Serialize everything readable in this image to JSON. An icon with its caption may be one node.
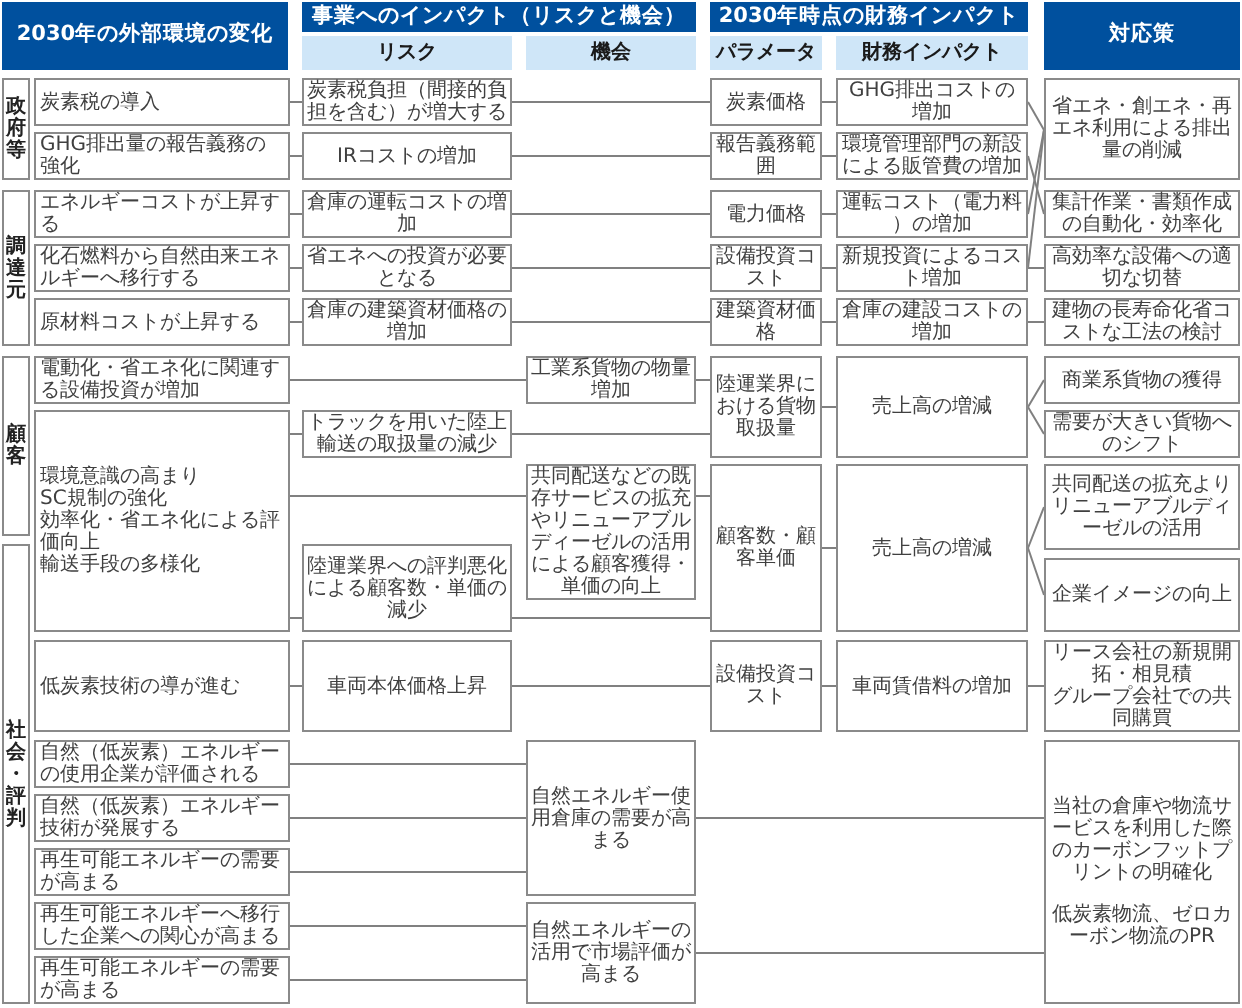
{
  "diagram": {
    "nodes": [
      {
        "text": [
          "2030年の外部環境の変化"
        ]
      },
      {
        "text": [
          "事業へのインパクト（リスクと機会）"
        ]
      },
      {
        "text": [
          "リスク"
        ]
      },
      {
        "text": [
          "機会"
        ]
      },
      {
        "text": [
          "2030年時点の財務インパクト"
        ]
      },
      {
        "text": [
          "パラメータ"
        ]
      },
      {
        "text": [
          "財務インパクト"
        ]
      },
      {
        "text": [
          "対応策"
        ]
      },
      {
        "text": [
          "政府等"
        ]
      },
      {
        "text": [
          "炭素税の導入"
        ]
      },
      {
        "text": [
          "炭素税負担（間接的負担を含む）が増大する"
        ]
      },
      {
        "text": [
          "炭素価格"
        ]
      },
      {
        "text": [
          "GHG排出コストの増加"
        ]
      },
      {
        "text": [
          "省エネ・創エネ・再エネ利用による排出量の削減"
        ]
      },
      {
        "text": [
          "GHG排出量の報告義務の強化"
        ]
      },
      {
        "text": [
          "IRコストの増加"
        ]
      },
      {
        "text": [
          "報告義務範囲"
        ]
      },
      {
        "text": [
          "環境管理部門の新設による販管費の増加"
        ]
      },
      {
        "text": [
          "調達元"
        ]
      },
      {
        "text": [
          "エネルギーコストが上昇する"
        ]
      },
      {
        "text": [
          "倉庫の運転コストの増加"
        ]
      },
      {
        "text": [
          "電力価格"
        ]
      },
      {
        "text": [
          "運転コスト（電力料）の増加"
        ]
      },
      {
        "text": [
          "集計作業・書類作成の自動化・効率化"
        ]
      },
      {
        "text": [
          "化石燃料から自然由来エネルギーへ移行する"
        ]
      },
      {
        "text": [
          "省エネへの投資が必要となる"
        ]
      },
      {
        "text": [
          "設備投資コスト"
        ]
      },
      {
        "text": [
          "新規投資によるコスト増加"
        ]
      },
      {
        "text": [
          "高効率な設備への適切な切替"
        ]
      },
      {
        "text": [
          "原材料コストが上昇する"
        ]
      },
      {
        "text": [
          "倉庫の建築資材価格の増加"
        ]
      },
      {
        "text": [
          "建築資材価格"
        ]
      },
      {
        "text": [
          "倉庫の建設コストの増加"
        ]
      },
      {
        "text": [
          "建物の長寿命化省コストな工法の検討"
        ]
      },
      {
        "text": [
          "顧客"
        ]
      },
      {
        "text": [
          "電動化・省エネ化に関連する設備投資が増加"
        ]
      },
      {
        "text": [
          "工業系貨物の物量増加"
        ]
      },
      {
        "text": [
          "陸運業界における貨物取扱量"
        ]
      },
      {
        "text": [
          "売上高の増減"
        ]
      },
      {
        "text": [
          "商業系貨物の獲得"
        ]
      },
      {
        "text": [
          "環境意識の高まり",
          "SC規制の強化",
          "効率化・省エネ化による評価向上",
          "輸送手段の多様化"
        ]
      },
      {
        "text": [
          "トラックを用いた陸上輸送の取扱量の減少"
        ]
      },
      {
        "text": [
          "需要が大きい貨物へのシフト"
        ]
      },
      {
        "text": [
          "共同配送などの既存サービスの拡充やリニューアブルディーゼルの活用による顧客獲得・単価の向上"
        ]
      },
      {
        "text": [
          "顧客数・顧客単価"
        ]
      },
      {
        "text": [
          "売上高の増減"
        ]
      },
      {
        "text": [
          "共同配送の拡充よりリニューアブルディーゼルの活用"
        ]
      },
      {
        "text": [
          "陸運業界への評判悪化による顧客数・単価の減少"
        ]
      },
      {
        "text": [
          "企業イメージの向上"
        ]
      },
      {
        "text": [
          "社会・評判"
        ]
      },
      {
        "text": [
          "低炭素技術の導が進む"
        ]
      },
      {
        "text": [
          "車両本体価格上昇"
        ]
      },
      {
        "text": [
          "設備投資コスト"
        ]
      },
      {
        "text": [
          "車両賃借料の増加"
        ]
      },
      {
        "text": [
          "リース会社の新規開拓・相見積",
          "グループ会社での共同購買"
        ]
      },
      {
        "text": [
          "自然（低炭素）エネルギーの使用企業が評価される"
        ]
      },
      {
        "text": [
          "自然エネルギー使用倉庫の需要が高まる"
        ]
      },
      {
        "text": [
          "当社の倉庫や物流サービスを利用した際のカーボンフットプリントの明確化",
          "低炭素物流、ゼロカーボン物流のPR"
        ]
      },
      {
        "text": [
          "自然（低炭素）エネルギー技術が発展する"
        ]
      },
      {
        "text": [
          "再生可能エネルギーの需要が高まる"
        ]
      },
      {
        "text": [
          "再生可能エネルギーへ移行した企業への関心が高まる"
        ]
      },
      {
        "text": [
          "自然エネルギーの活用で市場評価が高まる"
        ]
      },
      {
        "text": [
          "再生可能エネルギーの需要が高まる"
        ]
      }
    ],
    "edges": [
      {
        "from": 9,
        "to": 10,
        "arrow": "none"
      },
      {
        "from": 10,
        "to": 11,
        "arrow": "none"
      },
      {
        "from": 11,
        "to": 12,
        "arrow": "none"
      },
      {
        "from": 12,
        "to": 13,
        "arrow": "none"
      },
      {
        "from": 14,
        "to": 15,
        "arrow": "none"
      },
      {
        "from": 15,
        "to": 16,
        "arrow": "none"
      },
      {
        "from": 16,
        "to": 17,
        "arrow": "none"
      },
      {
        "from": 17,
        "to": 23,
        "arrow": "none"
      },
      {
        "from": 19,
        "to": 20,
        "arrow": "none"
      },
      {
        "from": 20,
        "to": 21,
        "arrow": "none"
      },
      {
        "from": 21,
        "to": 22,
        "arrow": "none"
      },
      {
        "from": 22,
        "to": 13,
        "arrow": "none"
      },
      {
        "from": 24,
        "to": 25,
        "arrow": "none"
      },
      {
        "from": 25,
        "to": 26,
        "arrow": "none"
      },
      {
        "from": 26,
        "to": 27,
        "arrow": "none"
      },
      {
        "from": 27,
        "to": 28,
        "arrow": "none"
      },
      {
        "from": 27,
        "to": 13,
        "arrow": "none"
      },
      {
        "from": 29,
        "to": 30,
        "arrow": "none"
      },
      {
        "from": 30,
        "to": 31,
        "arrow": "none"
      },
      {
        "from": 31,
        "to": 32,
        "arrow": "none"
      },
      {
        "from": 32,
        "to": 33,
        "arrow": "none"
      },
      {
        "from": 35,
        "to": 36,
        "arrow": "none"
      },
      {
        "from": 36,
        "to": 37,
        "arrow": "none"
      },
      {
        "from": 40,
        "to": 41,
        "arrow": "none"
      },
      {
        "from": 41,
        "to": 37,
        "arrow": "none"
      },
      {
        "from": 40,
        "to": 43,
        "arrow": "none"
      },
      {
        "from": 43,
        "to": 44,
        "arrow": "none"
      },
      {
        "from": 40,
        "to": 47,
        "arrow": "none"
      },
      {
        "from": 47,
        "to": 44,
        "arrow": "none"
      },
      {
        "from": 37,
        "to": 38,
        "arrow": "none"
      },
      {
        "from": 38,
        "to": 39,
        "arrow": "none"
      },
      {
        "from": 38,
        "to": 42,
        "arrow": "none"
      },
      {
        "from": 44,
        "to": 45,
        "arrow": "none"
      },
      {
        "from": 45,
        "to": 46,
        "arrow": "none"
      },
      {
        "from": 45,
        "to": 48,
        "arrow": "none"
      },
      {
        "from": 50,
        "to": 51,
        "arrow": "none"
      },
      {
        "from": 51,
        "to": 52,
        "arrow": "none"
      },
      {
        "from": 52,
        "to": 53,
        "arrow": "none"
      },
      {
        "from": 53,
        "to": 54,
        "arrow": "none"
      },
      {
        "from": 55,
        "to": 56,
        "arrow": "none"
      },
      {
        "from": 58,
        "to": 56,
        "arrow": "none"
      },
      {
        "from": 59,
        "to": 56,
        "arrow": "none"
      },
      {
        "from": 56,
        "to": 57,
        "arrow": "none"
      },
      {
        "from": 60,
        "to": 61,
        "arrow": "none"
      },
      {
        "from": 62,
        "to": 61,
        "arrow": "none"
      },
      {
        "from": 61,
        "to": 57,
        "arrow": "none"
      }
    ]
  }
}
